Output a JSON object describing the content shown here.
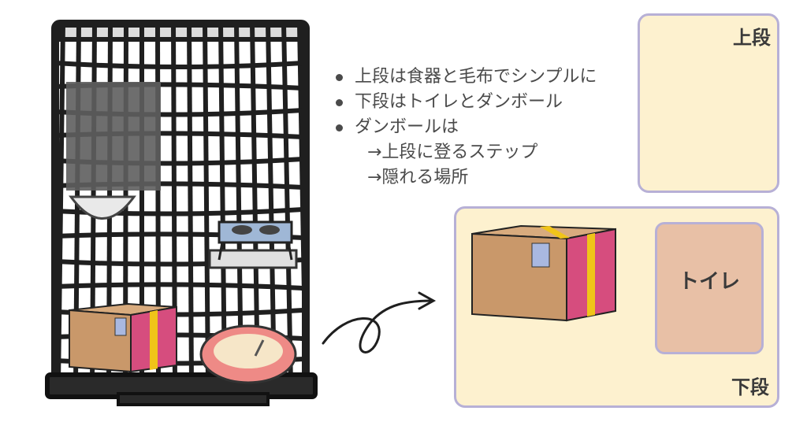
{
  "bullets": [
    "上段は食器と毛布でシンプルに",
    "下段はトイレとダンボール",
    "ダンボールは"
  ],
  "sub_items": [
    "→上段に登るステップ",
    "→隠れる場所"
  ],
  "upper_panel": {
    "label": "上段"
  },
  "lower_panel": {
    "label": "下段",
    "toilet_label": "トイレ"
  },
  "colors": {
    "panel_bg": "#fdf1cf",
    "panel_border": "#b7b0d6",
    "cage": "#1f1f1f",
    "box": "#c9986a",
    "tape_pink": "#d64d7e",
    "tape_yellow": "#f0c419",
    "blanket": "#e75b8e",
    "litter_tray": "#ee8a86",
    "toilet_bg": "#e8c0a6"
  }
}
